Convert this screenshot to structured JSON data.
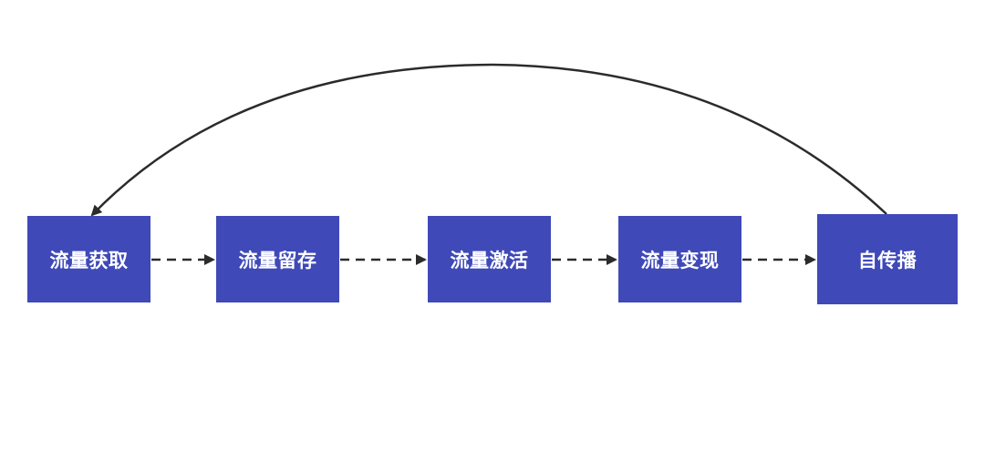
{
  "diagram": {
    "nodes": [
      {
        "id": "acquire",
        "label": "流量获取"
      },
      {
        "id": "retain",
        "label": "流量留存"
      },
      {
        "id": "activate",
        "label": "流量激活"
      },
      {
        "id": "monetize",
        "label": "流量变现"
      },
      {
        "id": "viral",
        "label": "自传播"
      }
    ],
    "edges": [
      {
        "from": "acquire",
        "to": "retain",
        "style": "dashed"
      },
      {
        "from": "retain",
        "to": "activate",
        "style": "dashed"
      },
      {
        "from": "activate",
        "to": "monetize",
        "style": "dashed"
      },
      {
        "from": "monetize",
        "to": "viral",
        "style": "dashed"
      },
      {
        "from": "viral",
        "to": "acquire",
        "style": "solid-curve"
      }
    ],
    "colors": {
      "node_fill": "#3f49b8",
      "node_text": "#ffffff",
      "edge": "#2b2b2b",
      "background": "#ffffff"
    }
  }
}
